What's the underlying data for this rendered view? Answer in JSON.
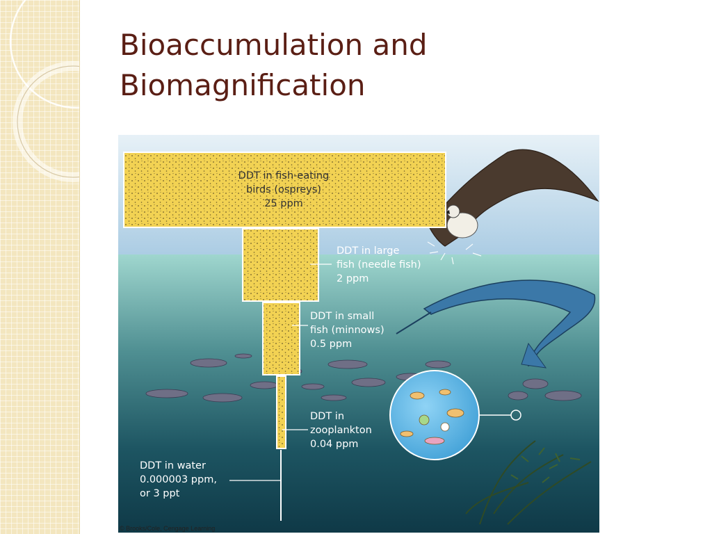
{
  "slide": {
    "title_line1": "Bioaccumulation and",
    "title_line2": "Biomagnification"
  },
  "figure": {
    "birds": {
      "line1": "DDT in fish-eating",
      "line2": "birds (ospreys)",
      "line3": "25 ppm"
    },
    "large_fish": {
      "line1": "DDT in large",
      "line2": "fish (needle fish)",
      "line3": "2 ppm"
    },
    "small_fish": {
      "line1": "DDT in small",
      "line2": "fish (minnows)",
      "line3": "0.5 ppm"
    },
    "zooplankton": {
      "line1": "DDT in",
      "line2": "zooplankton",
      "line3": "0.04 ppm"
    },
    "water": {
      "line1": "DDT in water",
      "line2": "0.000003 ppm,",
      "line3": "or 3 ppt"
    },
    "credit": "© Brooks/Cole, Cengage Learning"
  },
  "colors": {
    "title": "#5a1e14",
    "sidebar": "#f3e6bf",
    "bar_fill": "#f2d253",
    "water_top": "#9fd6ce",
    "water_bottom": "#0f3947",
    "sky": "#b9d8ea"
  },
  "icons": [
    "osprey-icon",
    "needle-fish-icon",
    "minnow-school-icon",
    "plankton-circle-icon",
    "seaweed-icon"
  ]
}
